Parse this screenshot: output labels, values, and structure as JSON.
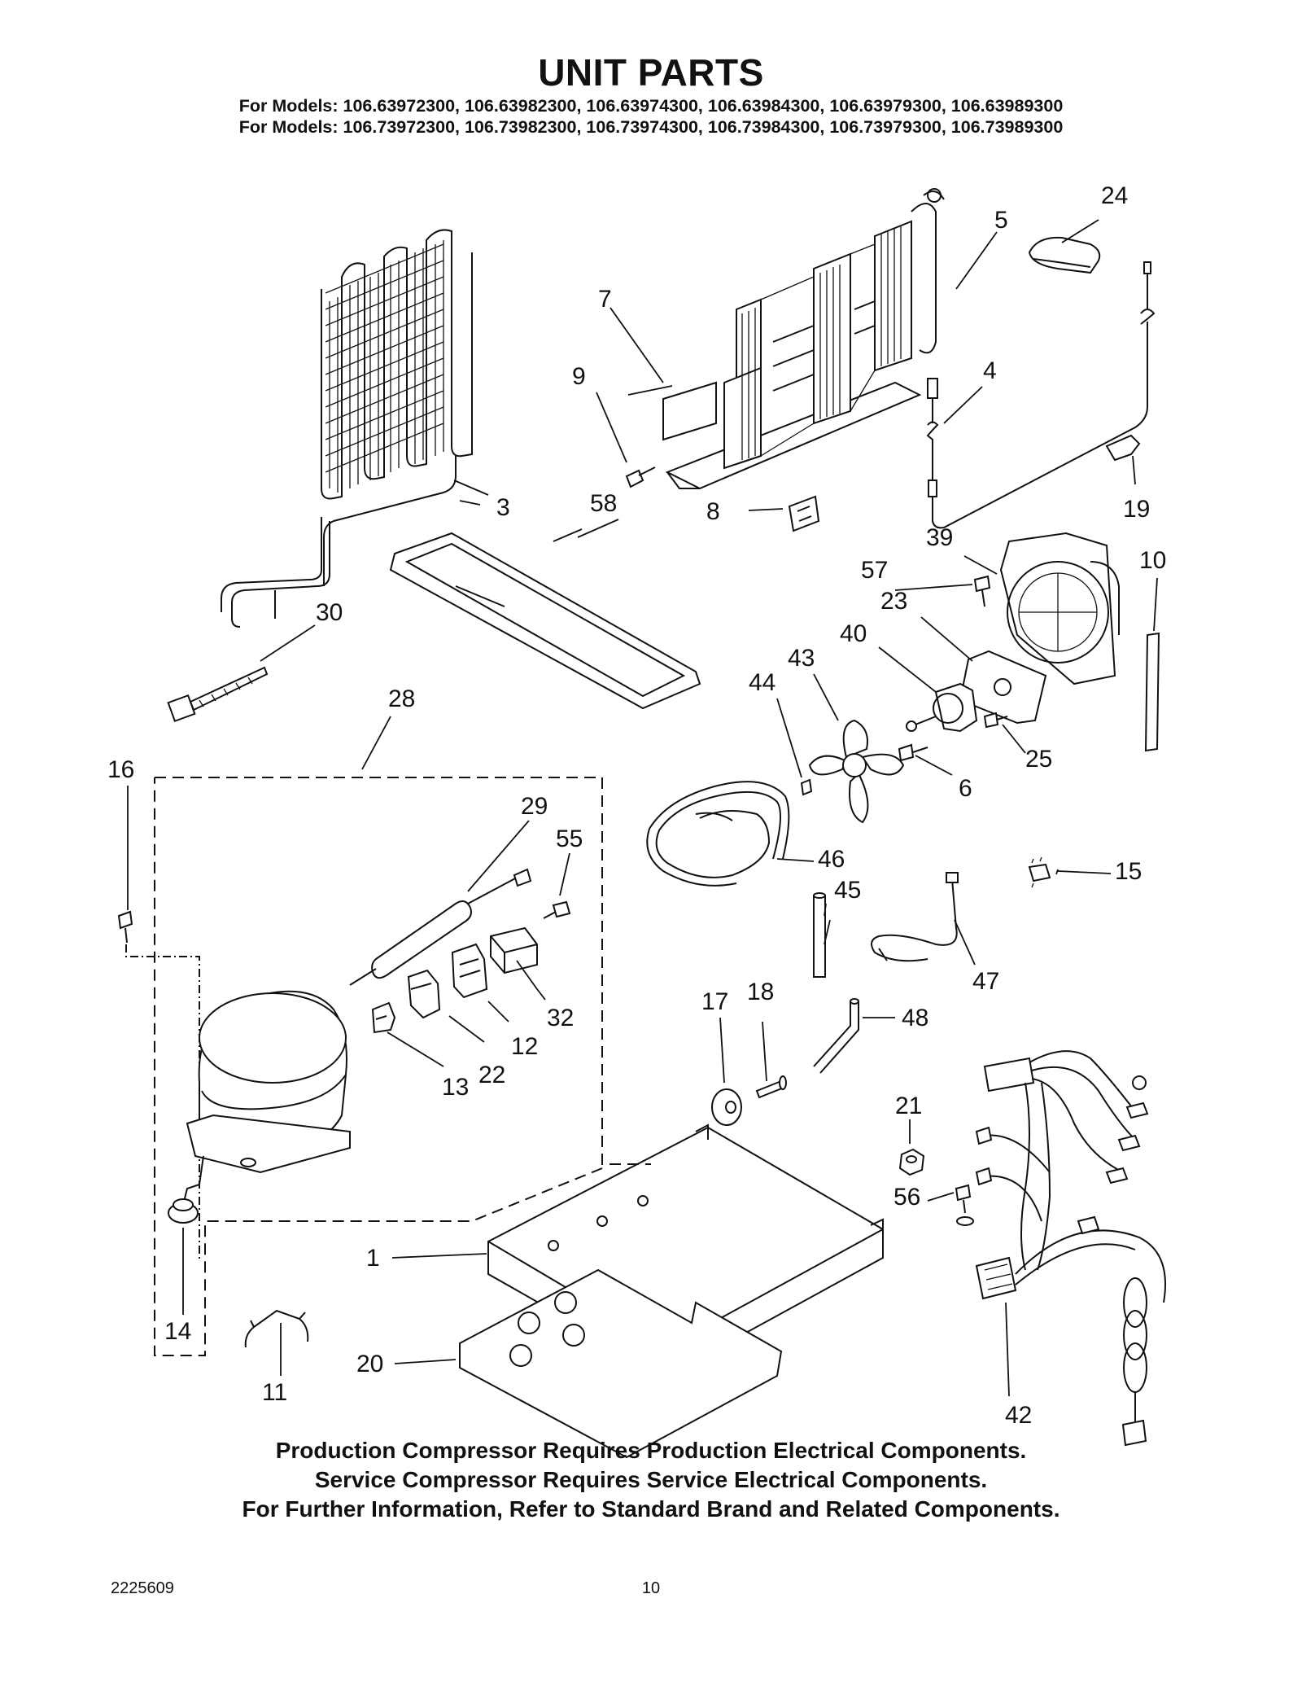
{
  "header": {
    "title": "UNIT PARTS",
    "models_line1": "For Models: 106.63972300, 106.63982300, 106.63974300, 106.63984300, 106.63979300, 106.63989300",
    "models_line2": "For Models: 106.73972300, 106.73982300, 106.73974300, 106.73984300, 106.73979300, 106.73989300"
  },
  "callouts": {
    "c1": "1",
    "c3": "3",
    "c4": "4",
    "c5": "5",
    "c6": "6",
    "c7": "7",
    "c8": "8",
    "c9": "9",
    "c10": "10",
    "c11": "11",
    "c12": "12",
    "c13": "13",
    "c14": "14",
    "c15": "15",
    "c16": "16",
    "c17": "17",
    "c18": "18",
    "c19": "19",
    "c20": "20",
    "c21": "21",
    "c22": "22",
    "c23": "23",
    "c24": "24",
    "c25": "25",
    "c28": "28",
    "c29": "29",
    "c30": "30",
    "c32": "32",
    "c39": "39",
    "c40": "40",
    "c42": "42",
    "c43": "43",
    "c44": "44",
    "c45": "45",
    "c46": "46",
    "c47": "47",
    "c48": "48",
    "c55": "55",
    "c56": "56",
    "c57": "57",
    "c58": "58"
  },
  "notes": {
    "line1": "Production Compressor Requires Production Electrical Components.",
    "line2": "Service Compressor Requires Service Electrical Components.",
    "line3": "For Further Information, Refer to Standard Brand and Related Components."
  },
  "footer": {
    "doc_number": "2225609",
    "page_number": "10"
  }
}
